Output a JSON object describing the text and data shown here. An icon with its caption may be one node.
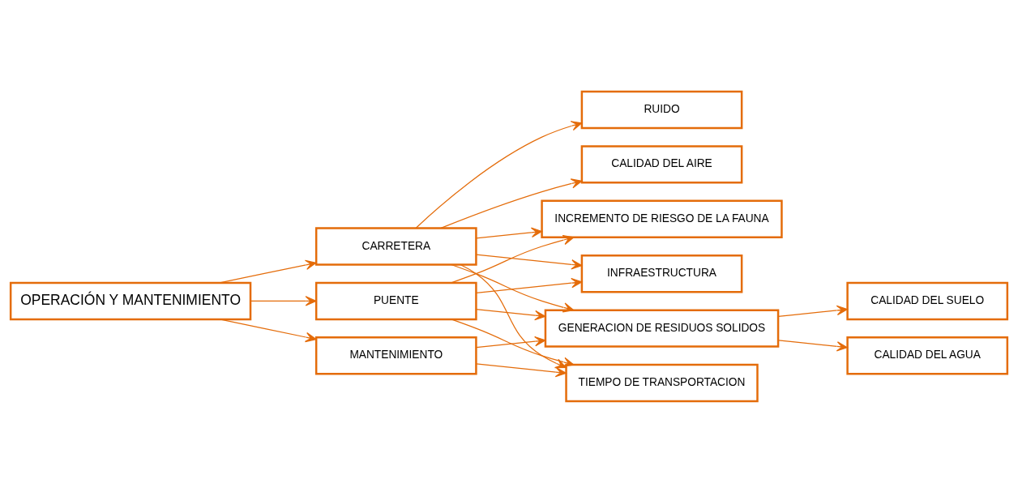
{
  "diagram": {
    "nodes": [
      {
        "text": [
          "OPERACIÓN Y MANTENIMIENTO"
        ]
      },
      {
        "text": [
          "CARRETERA"
        ]
      },
      {
        "text": [
          "PUENTE"
        ]
      },
      {
        "text": [
          "MANTENIMIENTO"
        ]
      },
      {
        "text": [
          "RUIDO"
        ]
      },
      {
        "text": [
          "INCREMENTO DE RIESGO DE LA FAUNA"
        ]
      },
      {
        "text": [
          "GENERACION DE RESIDUOS SOLIDOS"
        ]
      },
      {
        "text": [
          "TIEMPO DE TRANSPORTACION"
        ]
      },
      {
        "text": [
          "INFRAESTRUCTURA"
        ]
      },
      {
        "text": [
          "CALIDAD DEL AIRE"
        ]
      },
      {
        "text": [
          "CALIDAD DEL SUELO"
        ]
      },
      {
        "text": [
          "CALIDAD DEL AGUA"
        ]
      }
    ],
    "edges": [
      {
        "from": 0,
        "to": 1,
        "arrow": "to"
      },
      {
        "from": 0,
        "to": 2,
        "arrow": "to"
      },
      {
        "from": 0,
        "to": 3,
        "arrow": "to"
      },
      {
        "from": 1,
        "to": 4,
        "arrow": "to"
      },
      {
        "from": 1,
        "to": 5,
        "arrow": "to"
      },
      {
        "from": 1,
        "to": 6,
        "arrow": "to"
      },
      {
        "from": 1,
        "to": 7,
        "arrow": "to"
      },
      {
        "from": 1,
        "to": 8,
        "arrow": "to"
      },
      {
        "from": 1,
        "to": 9,
        "arrow": "to"
      },
      {
        "from": 2,
        "to": 5,
        "arrow": "to"
      },
      {
        "from": 2,
        "to": 6,
        "arrow": "to"
      },
      {
        "from": 2,
        "to": 7,
        "arrow": "to"
      },
      {
        "from": 2,
        "to": 8,
        "arrow": "to"
      },
      {
        "from": 3,
        "to": 6,
        "arrow": "to"
      },
      {
        "from": 3,
        "to": 7,
        "arrow": "to"
      },
      {
        "from": 6,
        "to": 10,
        "arrow": "to"
      },
      {
        "from": 6,
        "to": 11,
        "arrow": "to"
      }
    ]
  }
}
